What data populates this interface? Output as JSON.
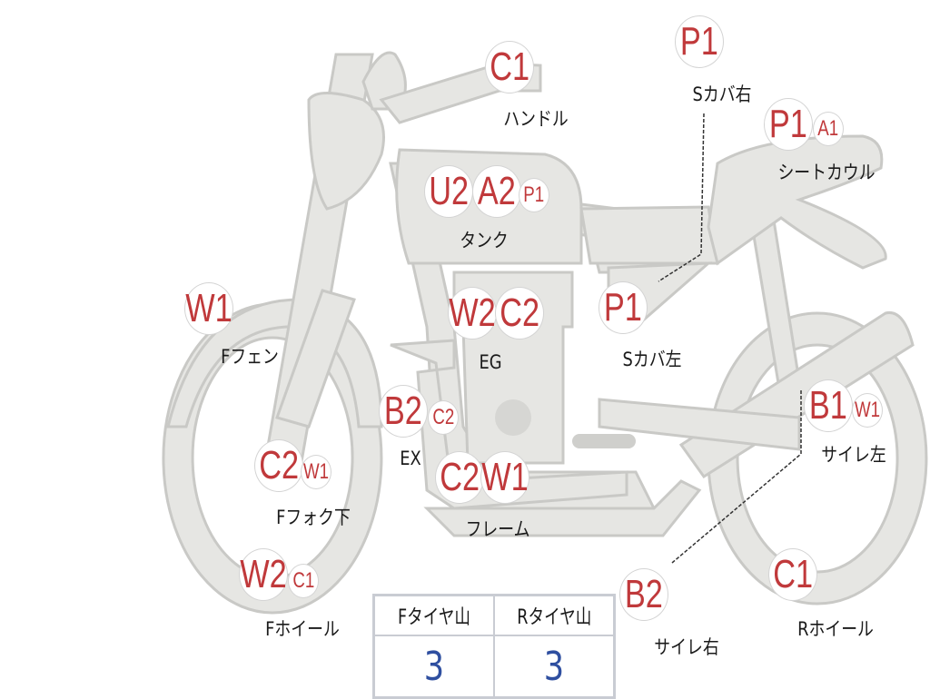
{
  "parts": [
    {
      "label": "ハンドル",
      "codes": [
        "C1"
      ]
    },
    {
      "label": "Sカバ右",
      "codes": [
        "P1"
      ]
    },
    {
      "label": "シートカウル",
      "codes": [
        "P1",
        "A1"
      ]
    },
    {
      "label": "タンク",
      "codes": [
        "U2",
        "A2",
        "P1"
      ]
    },
    {
      "label": "Fフェン",
      "codes": [
        "W1"
      ]
    },
    {
      "label": "EG",
      "codes": [
        "W2",
        "C2"
      ]
    },
    {
      "label": "Sカバ左",
      "codes": [
        "P1"
      ]
    },
    {
      "label": "EX",
      "codes": [
        "B2",
        "C2"
      ]
    },
    {
      "label": "サイレ左",
      "codes": [
        "B1",
        "W1"
      ]
    },
    {
      "label": "Fフォク下",
      "codes": [
        "C2",
        "W1"
      ]
    },
    {
      "label": "フレーム",
      "codes": [
        "C2",
        "W1"
      ]
    },
    {
      "label": "Fホイール",
      "codes": [
        "W2",
        "C1"
      ]
    },
    {
      "label": "サイレ右",
      "codes": [
        "B2"
      ]
    },
    {
      "label": "Rホイール",
      "codes": [
        "C1"
      ]
    }
  ],
  "tire_table": {
    "headers": [
      "Fタイヤ山",
      "Rタイヤ山"
    ],
    "values": [
      "3",
      "3"
    ]
  },
  "colors": {
    "code": "#c0393b",
    "value": "#2f4fa0",
    "body": "#e6e6e3"
  }
}
